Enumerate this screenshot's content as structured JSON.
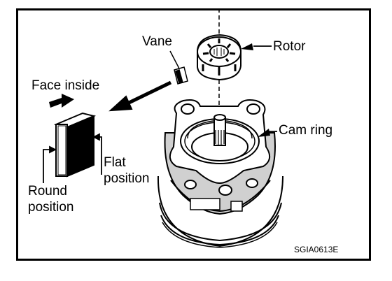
{
  "labels": {
    "vane": "Vane",
    "rotor": "Rotor",
    "face_inside": "Face inside",
    "cam_ring": "Cam ring",
    "flat_line1": "Flat",
    "flat_line2": "position",
    "round_line1": "Round",
    "round_line2": "position"
  },
  "figure_code": "SGIA0613E",
  "colors": {
    "ink": "#000000",
    "paper": "#ffffff",
    "shade": "#bdbdbd"
  }
}
